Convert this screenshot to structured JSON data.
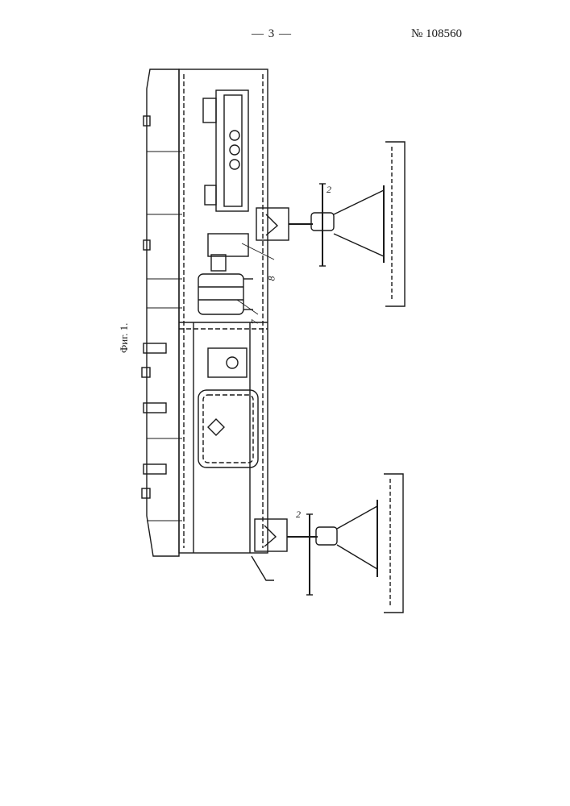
{
  "header": {
    "page_number": "— 3 —",
    "patent_number": "№ 108560"
  },
  "figure": {
    "label": "Фиг. 1.",
    "callouts": {
      "c8": "8",
      "c7": "7",
      "c2a": "2",
      "c2b": "2"
    }
  }
}
